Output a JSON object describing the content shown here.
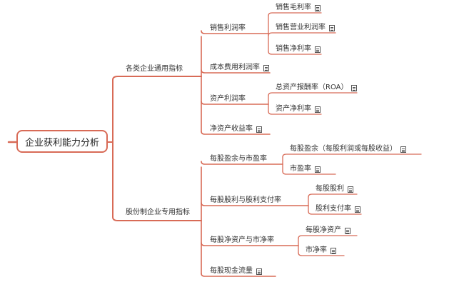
{
  "root": "企业获利能力分析",
  "branches": [
    {
      "label": "各类企业通用指标",
      "children": [
        {
          "label": "销售利润率",
          "children": [
            {
              "label": "销售毛利率"
            },
            {
              "label": "销售营业利润率"
            },
            {
              "label": "销售净利率"
            }
          ]
        },
        {
          "label": "成本费用利润率"
        },
        {
          "label": "资产利润率",
          "children": [
            {
              "label": "总资产报酬率（ROA）"
            },
            {
              "label": "资产净利率"
            }
          ]
        },
        {
          "label": "净资产收益率"
        }
      ]
    },
    {
      "label": "股份制企业专用指标",
      "children": [
        {
          "label": "每股盈余与市盈率",
          "children": [
            {
              "label": "每股盈余（每股利润或每股收益）"
            },
            {
              "label": "市盈率"
            }
          ]
        },
        {
          "label": "每股股利与股利支付率",
          "children": [
            {
              "label": "每股股利"
            },
            {
              "label": "股利支付率"
            }
          ]
        },
        {
          "label": "每股净资产与市净率",
          "children": [
            {
              "label": "每股净资产"
            },
            {
              "label": "市净率"
            }
          ]
        },
        {
          "label": "每股现金流量"
        }
      ]
    }
  ],
  "colors": {
    "line": "#d86b57",
    "text": "#333333"
  },
  "icons": {
    "note": "note-icon"
  }
}
